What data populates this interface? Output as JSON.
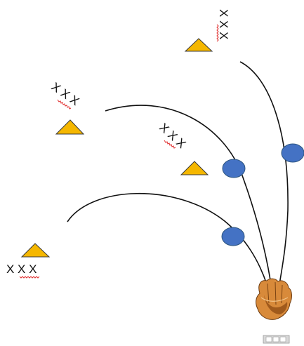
{
  "colors": {
    "cone": "#f5b700",
    "ball": "#4472c4",
    "glove": "#d88a3a",
    "glove_dark": "#a05a1c",
    "spellcheck": "#e03030"
  },
  "icons": {
    "cone": "triangle-cone",
    "ball": "blue-oval",
    "glove": "baseball-glove"
  },
  "groups": [
    {
      "id": "top-right",
      "label": "X X X"
    },
    {
      "id": "upper-left",
      "label": "X X X"
    },
    {
      "id": "middle",
      "label": "X X X"
    },
    {
      "id": "lower-left",
      "label": "X X X"
    }
  ]
}
